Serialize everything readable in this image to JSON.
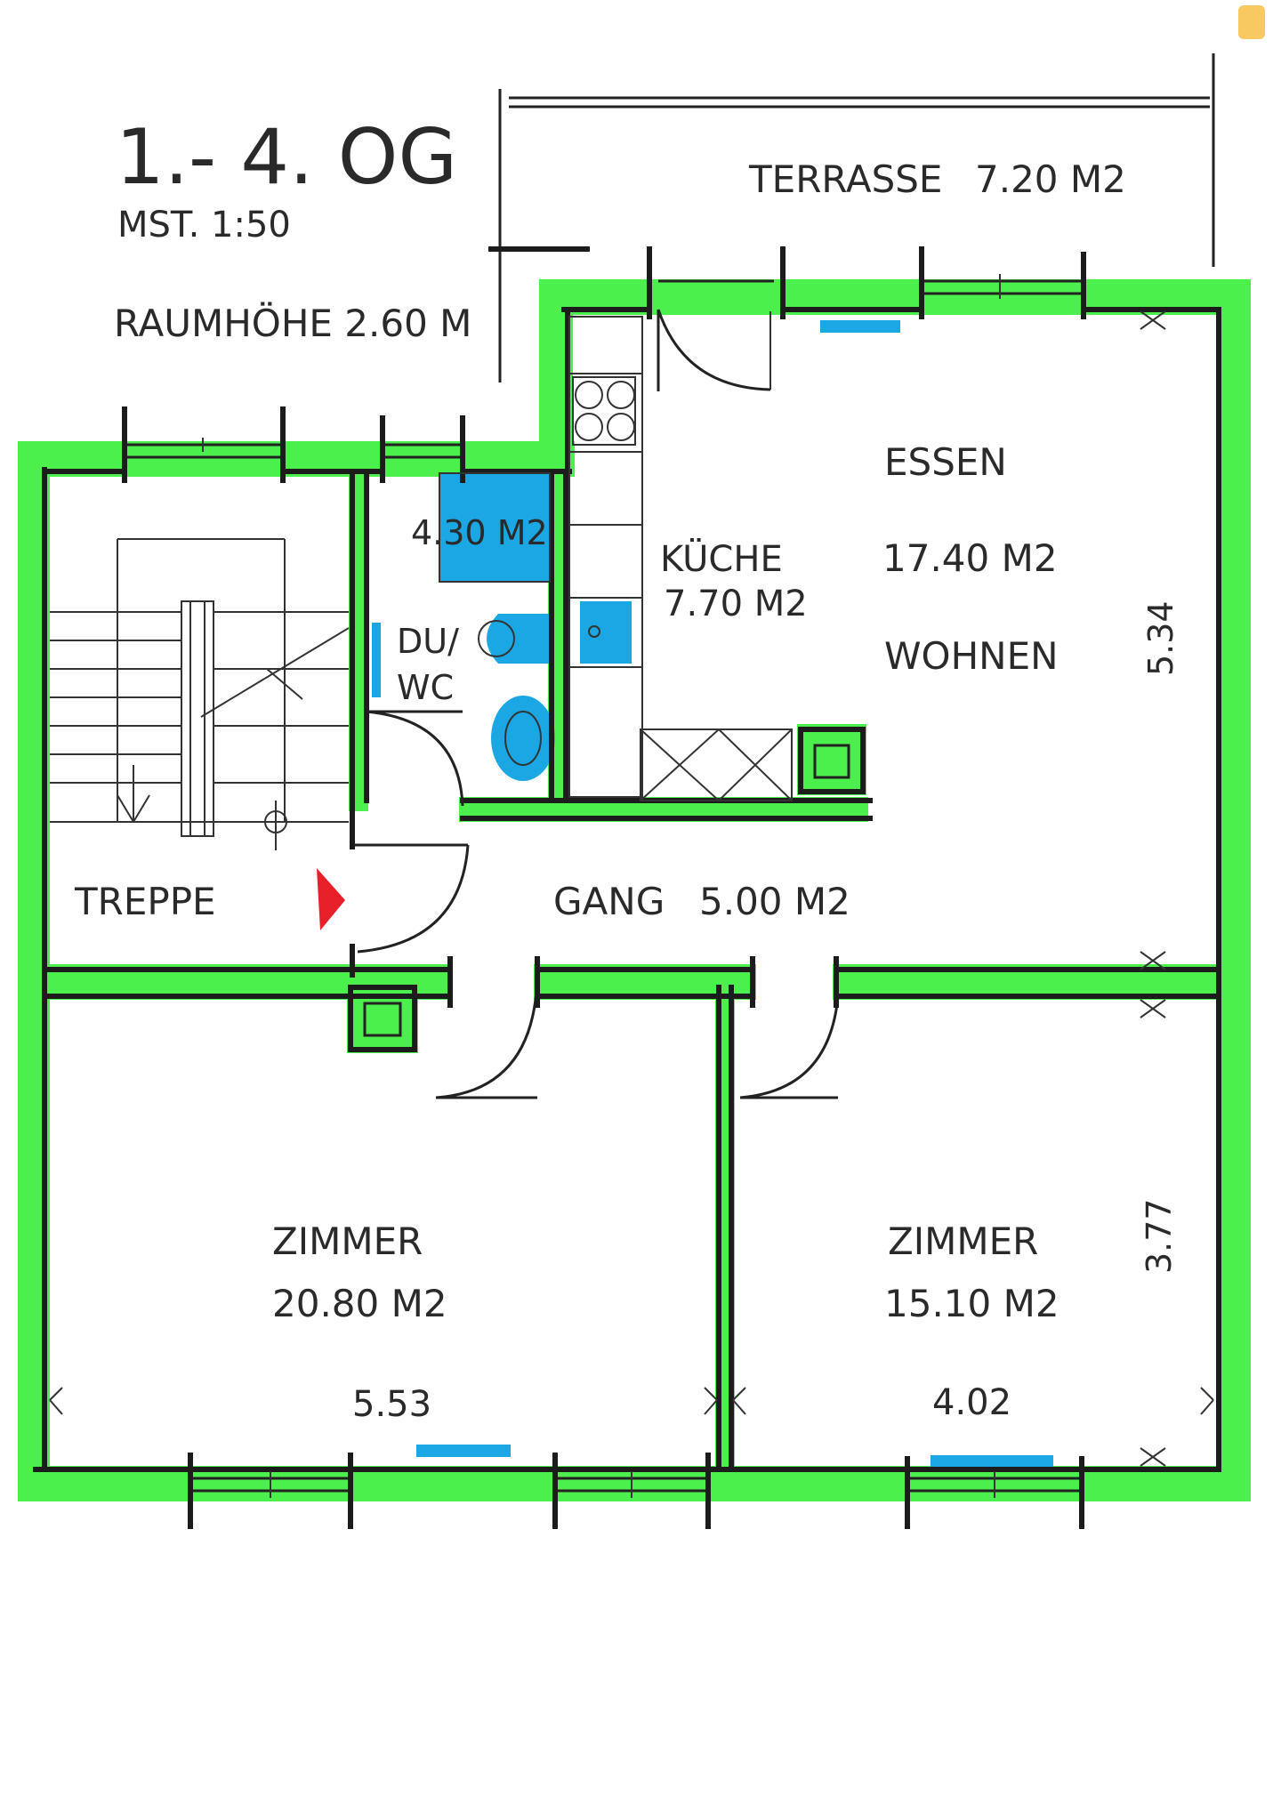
{
  "header": {
    "title": "1.- 4. OG",
    "scale": "MST. 1:50",
    "ceiling_height": "RAUMHÖHE 2.60 M"
  },
  "rooms": {
    "terrace": {
      "name": "TERRASSE",
      "area": "7.20 M2"
    },
    "bath": {
      "name_line1": "DU/",
      "name_line2": "WC",
      "area": "4.30 M2"
    },
    "kitchen": {
      "name": "KÜCHE",
      "area": "7.70 M2"
    },
    "living": {
      "name_top": "ESSEN",
      "area": "17.40 M2",
      "name_bottom": "WOHNEN",
      "dim": "5.34"
    },
    "stairs": {
      "name": "TREPPE"
    },
    "hall": {
      "name": "GANG",
      "area": "5.00 M2"
    },
    "room_left": {
      "name": "ZIMMER",
      "area": "20.80 M2",
      "width": "5.53"
    },
    "room_right": {
      "name": "ZIMMER",
      "area": "15.10 M2",
      "width": "4.02",
      "dim": "3.77"
    }
  },
  "colors": {
    "wall_fill": "#4cf04c",
    "fixture_fill": "#1aa7e4",
    "entry_marker": "#e8202a",
    "corner_note": "#f7c960"
  }
}
